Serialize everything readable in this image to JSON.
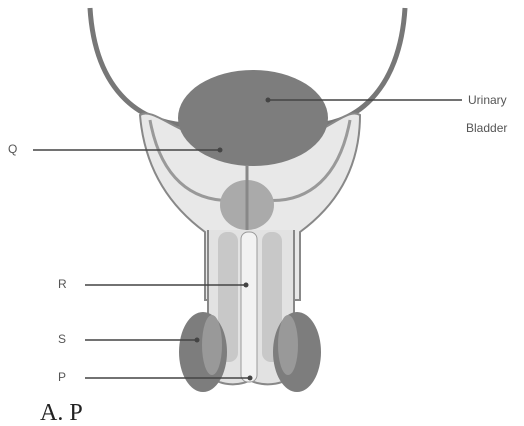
{
  "labels": {
    "q": "Q",
    "r": "R",
    "s": "S",
    "p": "P",
    "bladder_line1": "Urinary",
    "bladder_line2": "Bladder",
    "caption": "A. P"
  },
  "colors": {
    "outline": "#777777",
    "light_fill": "#e6e6e6",
    "mid_fill": "#c8c8c8",
    "dark_fill": "#7d7d7d",
    "pointer": "#444444",
    "text": "#555555"
  }
}
